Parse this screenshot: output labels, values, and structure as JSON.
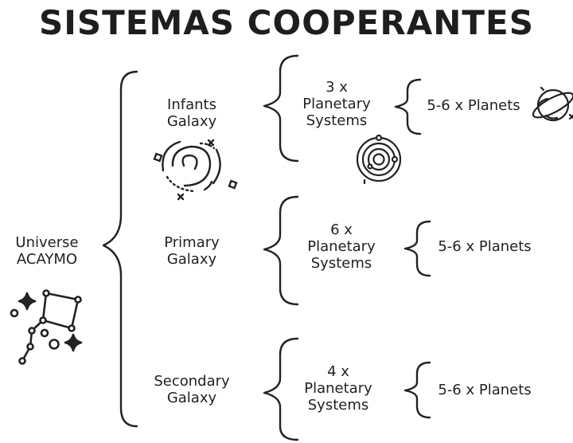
{
  "title": "SISTEMAS COOPERANTES",
  "universe": {
    "line1": "Universe",
    "line2": "ACAYMO"
  },
  "galaxies": [
    {
      "line1": "Infants",
      "line2": "Galaxy",
      "systems": {
        "line1": "3 x",
        "line2": "Planetary",
        "line3": "Systems"
      },
      "planets": "5-6 x Planets"
    },
    {
      "line1": "Primary",
      "line2": "Galaxy",
      "systems": {
        "line1": "6 x",
        "line2": "Planetary",
        "line3": "Systems"
      },
      "planets": "5-6 x Planets"
    },
    {
      "line1": "Secondary",
      "line2": "Galaxy",
      "systems": {
        "line1": "4 x",
        "line2": "Planetary",
        "line3": "Systems"
      },
      "planets": "5-6 x Planets"
    }
  ],
  "icons": [
    "constellation-icon",
    "galaxy-icon",
    "solar-system-icon",
    "planet-icon"
  ],
  "colors": {
    "ink": "#222222",
    "background": "#ffffff"
  }
}
